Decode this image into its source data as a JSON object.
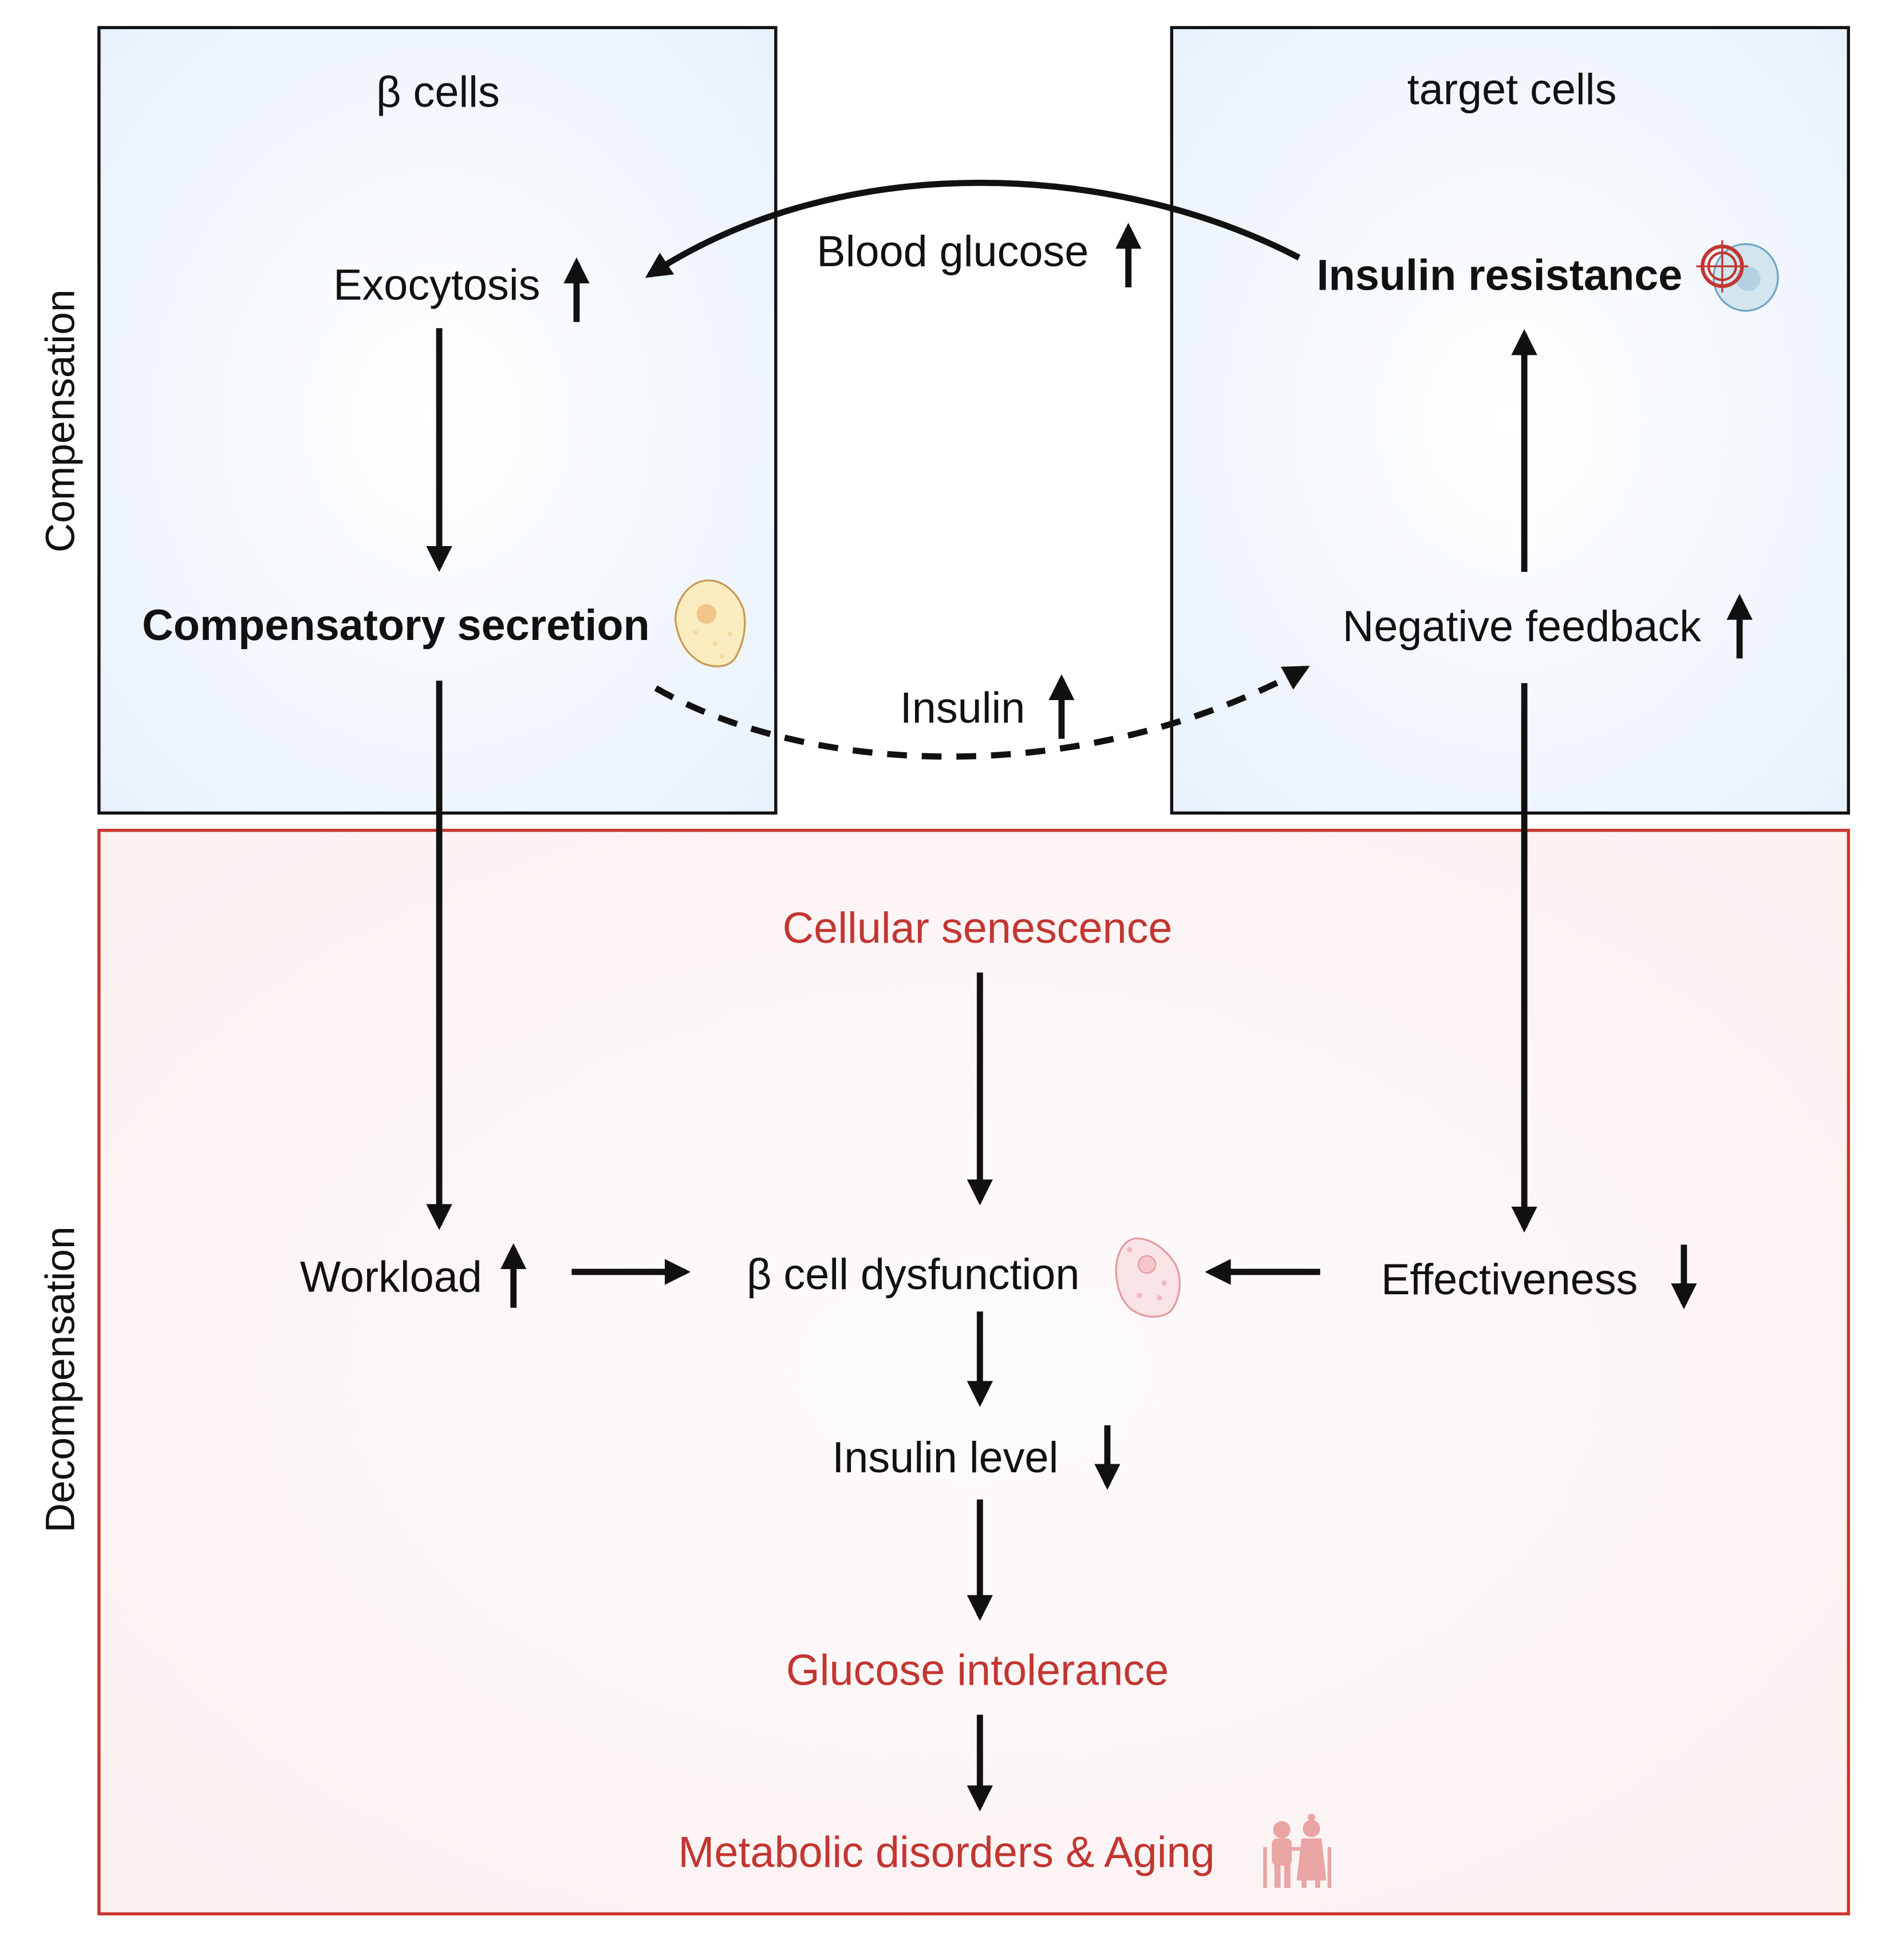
{
  "colors": {
    "compensation_fill": "#edf5fc",
    "compensation_border": "#111111",
    "decompensation_fill": "#fdf4f4",
    "decompensation_border": "#c9362f",
    "highlight_text": "#c23631",
    "arrow": "#111111"
  },
  "sections": {
    "compensation_label": "Compensation",
    "decompensation_label": "Decompensation"
  },
  "beta_cells_box": {
    "title": "β cells",
    "exocytosis": "Exocytosis",
    "compensatory_secretion": "Compensatory secretion"
  },
  "target_cells_box": {
    "title": "target cells",
    "insulin_resistance": "Insulin resistance",
    "negative_feedback": "Negative feedback"
  },
  "connectors": {
    "blood_glucose": "Blood glucose",
    "insulin": "Insulin"
  },
  "decompensation_box": {
    "cellular_senescence": "Cellular senescence",
    "workload": "Workload",
    "beta_cell_dysfunction": "β cell dysfunction",
    "effectiveness": "Effectiveness",
    "insulin_level": "Insulin level",
    "glucose_intolerance": "Glucose intolerance",
    "metabolic_aging": "Metabolic disorders & Aging"
  },
  "trends": {
    "exocytosis": "up",
    "blood_glucose": "up",
    "insulin": "up",
    "negative_feedback": "up",
    "workload": "up",
    "effectiveness": "down",
    "insulin_level": "down"
  },
  "icons": {
    "beta_cell": "beta-cell-icon",
    "target_cell": "target-cell-icon",
    "dysfunctional_cell": "dysfunctional-beta-cell-icon",
    "elderly_couple": "elderly-couple-icon"
  }
}
